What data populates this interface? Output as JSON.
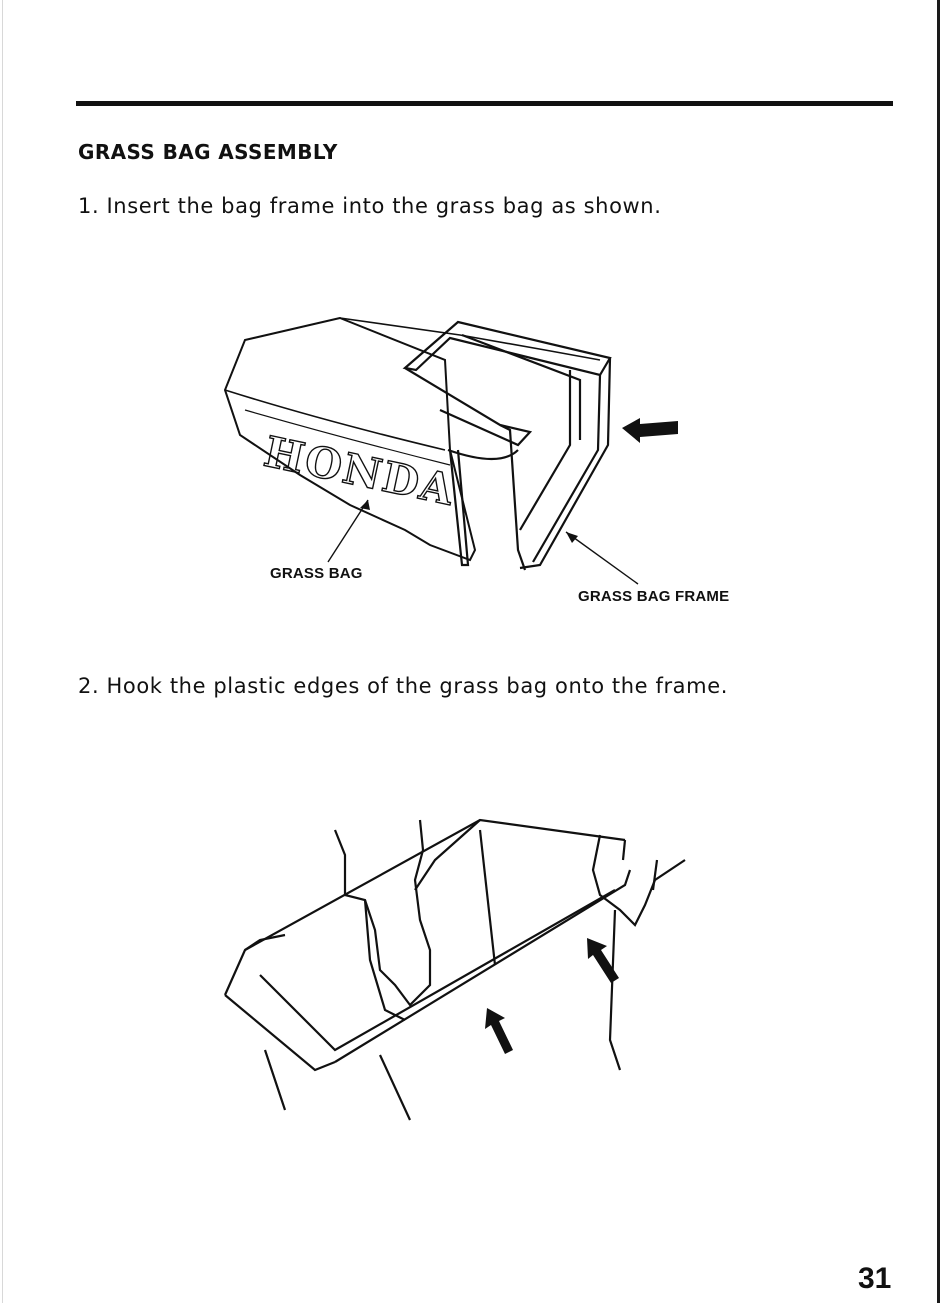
{
  "section": {
    "heading": "GRASS BAG ASSEMBLY"
  },
  "steps": [
    {
      "text": "1. Insert the bag frame into the grass bag as shown."
    },
    {
      "text": "2. Hook the plastic edges of the grass bag onto the frame."
    }
  ],
  "figure_1": {
    "brand_logo": "HONDA",
    "callouts": {
      "grass_bag": "GRASS BAG",
      "grass_bag_frame": "GRASS BAG FRAME"
    }
  },
  "page": {
    "number": "31"
  },
  "icons": [
    "arrow-left-icon",
    "arrow-up-icon"
  ]
}
